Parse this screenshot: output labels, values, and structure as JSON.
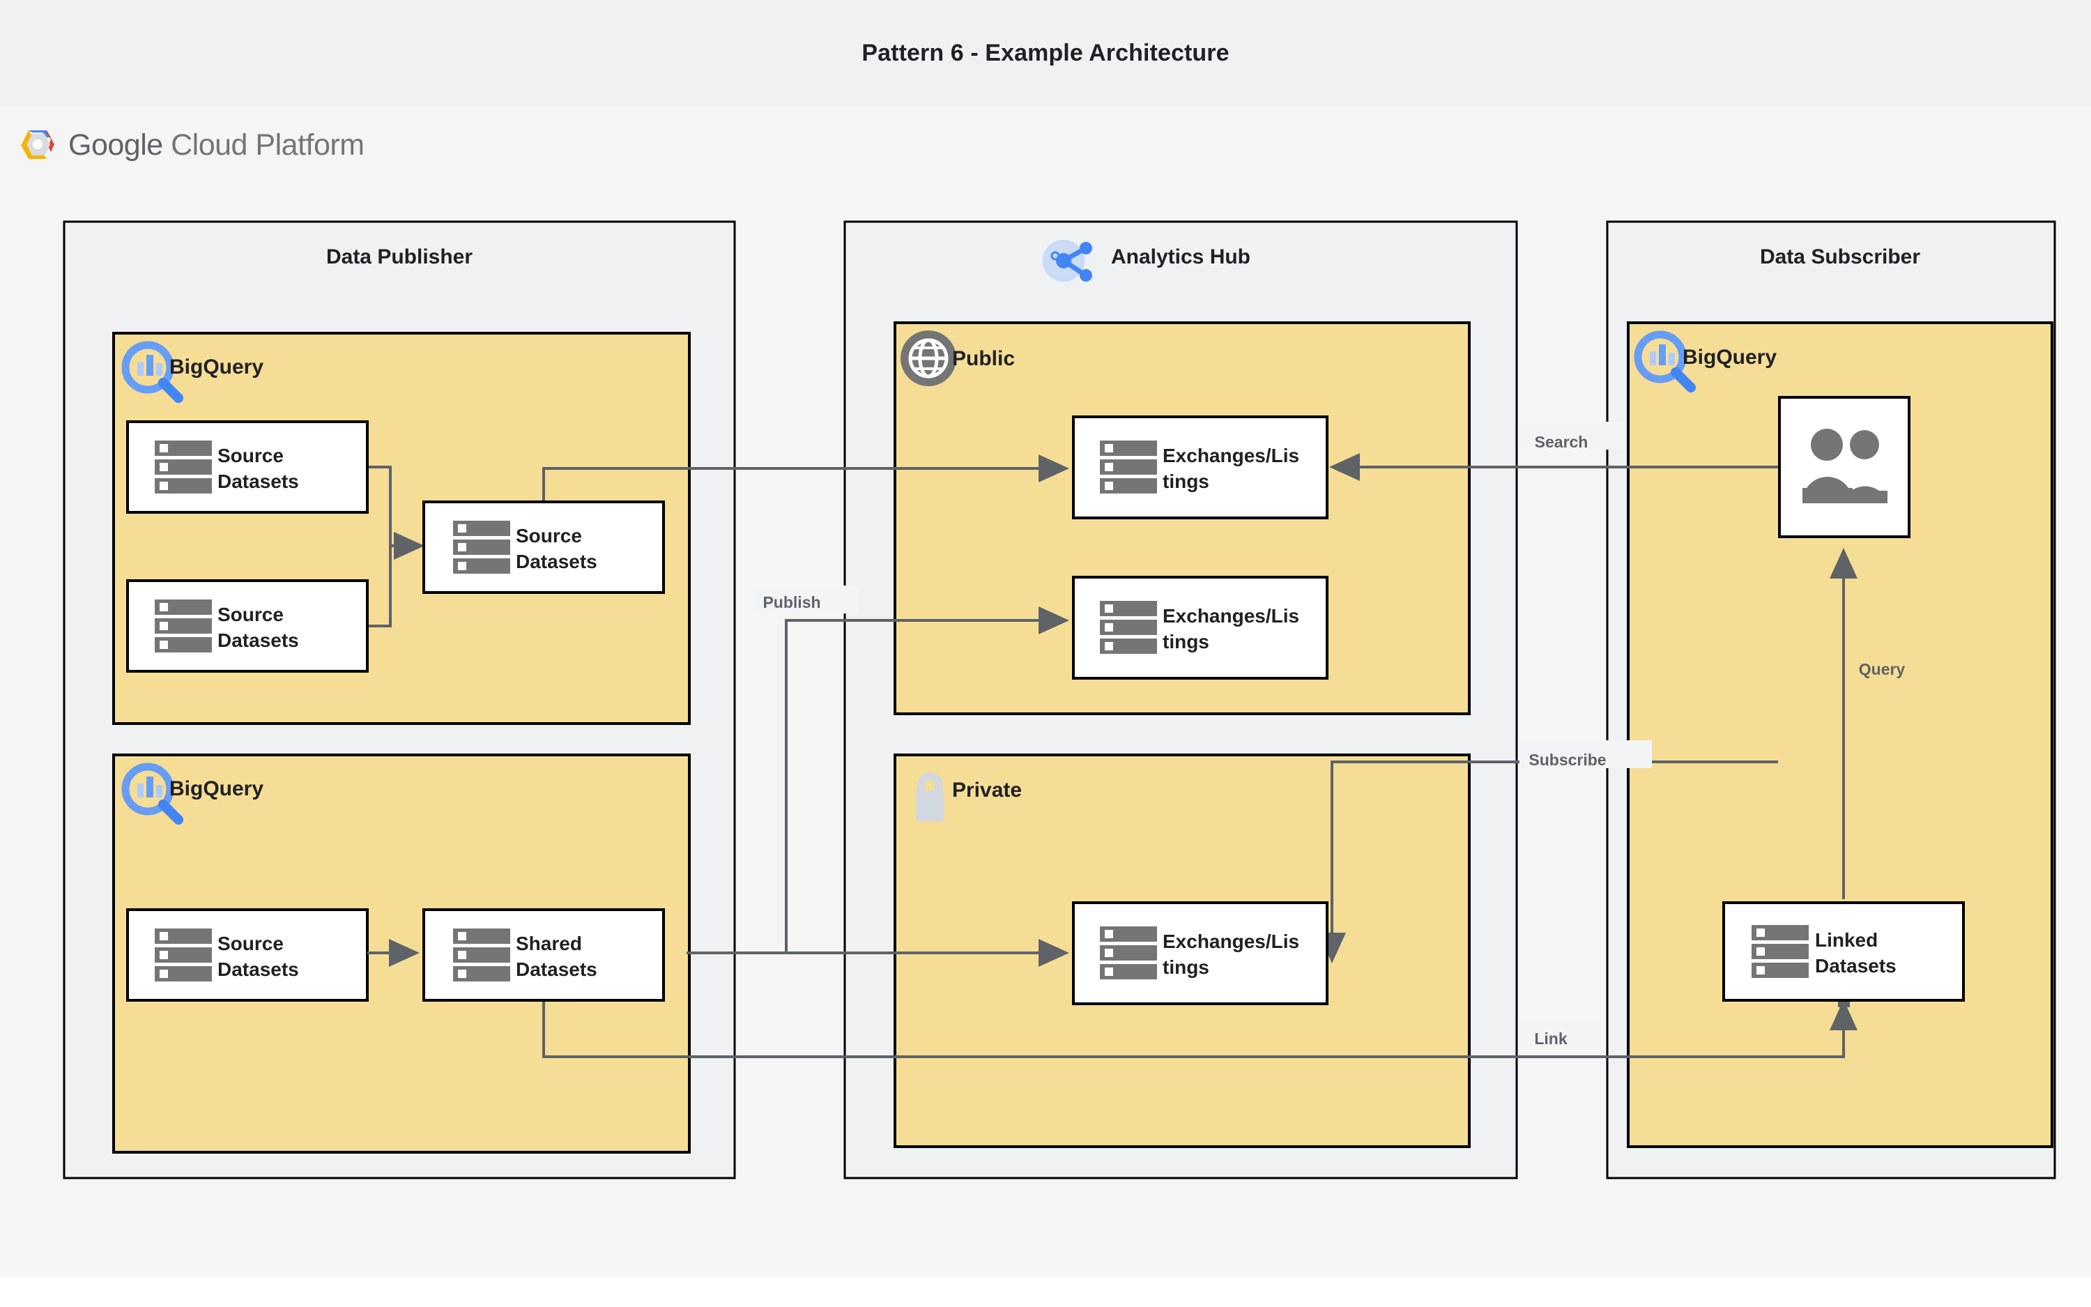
{
  "page": {
    "title": "Pattern 6 - Example Architecture",
    "platform_logo": {
      "brand": "Google",
      "product": "Cloud Platform",
      "icon": "gcp-hexagon-icon"
    },
    "colors": {
      "title_band_bg": "#eff1f3",
      "canvas_bg": "#f5f5f5",
      "zone_bg": "#eff1f3",
      "panel_bg": "#f5dd96",
      "node_bg": "#ffffff",
      "stroke": "#000000",
      "connector": "#5f6368",
      "icon_grey": "#757575",
      "bigquery_blue": "#669df6"
    }
  },
  "zones": [
    {
      "id": "data-publisher",
      "title": "Data Publisher",
      "icon": null
    },
    {
      "id": "analytics-hub",
      "title": "Analytics Hub",
      "icon": "analytics-hub-share-icon"
    },
    {
      "id": "data-subscriber",
      "title": "Data Subscriber",
      "icon": null
    }
  ],
  "panels": [
    {
      "id": "publisher-bigquery-top",
      "title": "BigQuery",
      "icon": "bigquery-magnifier-icon",
      "zone": "data-publisher"
    },
    {
      "id": "publisher-bigquery-bottom",
      "title": "BigQuery",
      "icon": "bigquery-magnifier-icon",
      "zone": "data-publisher"
    },
    {
      "id": "hub-public",
      "title": "Public",
      "icon": "globe-icon",
      "zone": "analytics-hub"
    },
    {
      "id": "hub-private",
      "title": "Private",
      "icon": "lock-icon",
      "zone": "analytics-hub"
    },
    {
      "id": "subscriber-bigquery",
      "title": "BigQuery",
      "icon": "bigquery-magnifier-icon",
      "zone": "data-subscriber"
    }
  ],
  "nodes": [
    {
      "id": "src-ds-1",
      "label_line1": "Source",
      "label_line2": "Datasets",
      "icon": "dataset-icon",
      "panel": "publisher-bigquery-top"
    },
    {
      "id": "src-ds-2",
      "label_line1": "Source",
      "label_line2": "Datasets",
      "icon": "dataset-icon",
      "panel": "publisher-bigquery-top"
    },
    {
      "id": "src-ds-3",
      "label_line1": "Source",
      "label_line2": "Datasets",
      "icon": "dataset-icon",
      "panel": "publisher-bigquery-top"
    },
    {
      "id": "src-ds-4",
      "label_line1": "Source",
      "label_line2": "Datasets",
      "icon": "dataset-icon",
      "panel": "publisher-bigquery-bottom"
    },
    {
      "id": "shared-ds",
      "label_line1": "Shared",
      "label_line2": "Datasets",
      "icon": "dataset-icon",
      "panel": "publisher-bigquery-bottom"
    },
    {
      "id": "exch-public-1",
      "label_line1": "Exchanges/Lis",
      "label_line2": "tings",
      "icon": "dataset-icon",
      "panel": "hub-public"
    },
    {
      "id": "exch-public-2",
      "label_line1": "Exchanges/Lis",
      "label_line2": "tings",
      "icon": "dataset-icon",
      "panel": "hub-public"
    },
    {
      "id": "exch-private-1",
      "label_line1": "Exchanges/Lis",
      "label_line2": "tings",
      "icon": "dataset-icon",
      "panel": "hub-private"
    },
    {
      "id": "users",
      "label_line1": "",
      "label_line2": "",
      "icon": "users-icon",
      "panel": "subscriber-bigquery"
    },
    {
      "id": "linked-ds",
      "label_line1": "Linked",
      "label_line2": "Datasets",
      "icon": "dataset-icon",
      "panel": "subscriber-bigquery"
    }
  ],
  "edge_labels": [
    {
      "id": "publish",
      "text": "Publish"
    },
    {
      "id": "search",
      "text": "Search"
    },
    {
      "id": "subscribe",
      "text": "Subscribe"
    },
    {
      "id": "query",
      "text": "Query"
    },
    {
      "id": "link",
      "text": "Link"
    }
  ]
}
